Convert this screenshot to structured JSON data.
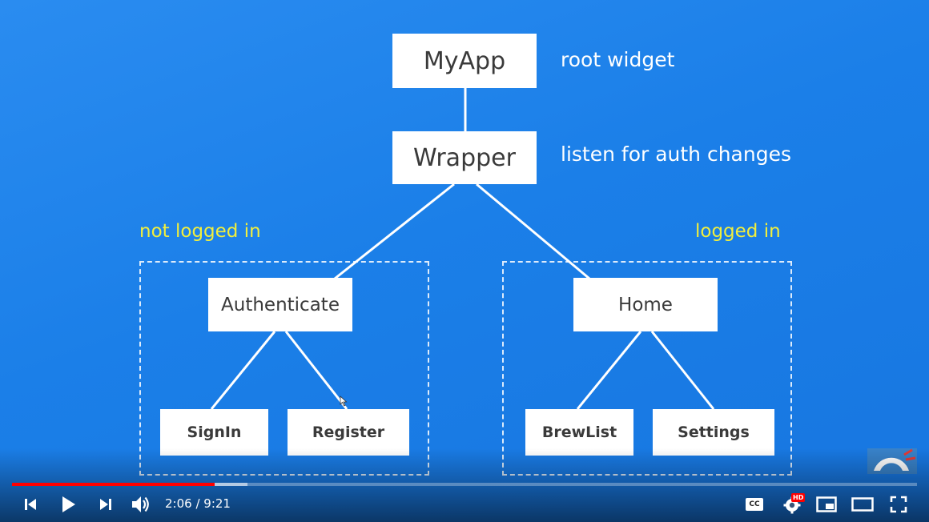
{
  "diagram": {
    "root": {
      "label": "MyApp",
      "note": "root widget"
    },
    "wrapper": {
      "label": "Wrapper",
      "note": "listen for auth changes"
    },
    "left_group": {
      "caption": "not logged in",
      "parent": "Authenticate",
      "children": [
        "SignIn",
        "Register"
      ]
    },
    "right_group": {
      "caption": "logged in",
      "parent": "Home",
      "children": [
        "BrewList",
        "Settings"
      ]
    }
  },
  "player": {
    "current_time": "2:06",
    "separator": " / ",
    "duration": "9:21",
    "progress_fraction": 0.224,
    "buffered_fraction": 0.26,
    "colors": {
      "played": "#ff0000",
      "hd_badge": "#ff0000"
    },
    "icons": [
      "previous-icon",
      "play-icon",
      "next-icon",
      "volume-icon",
      "captions-icon",
      "settings-icon",
      "miniplayer-icon",
      "theater-icon",
      "fullscreen-icon"
    ],
    "hd_badge": "HD",
    "cc_label": "CC"
  }
}
